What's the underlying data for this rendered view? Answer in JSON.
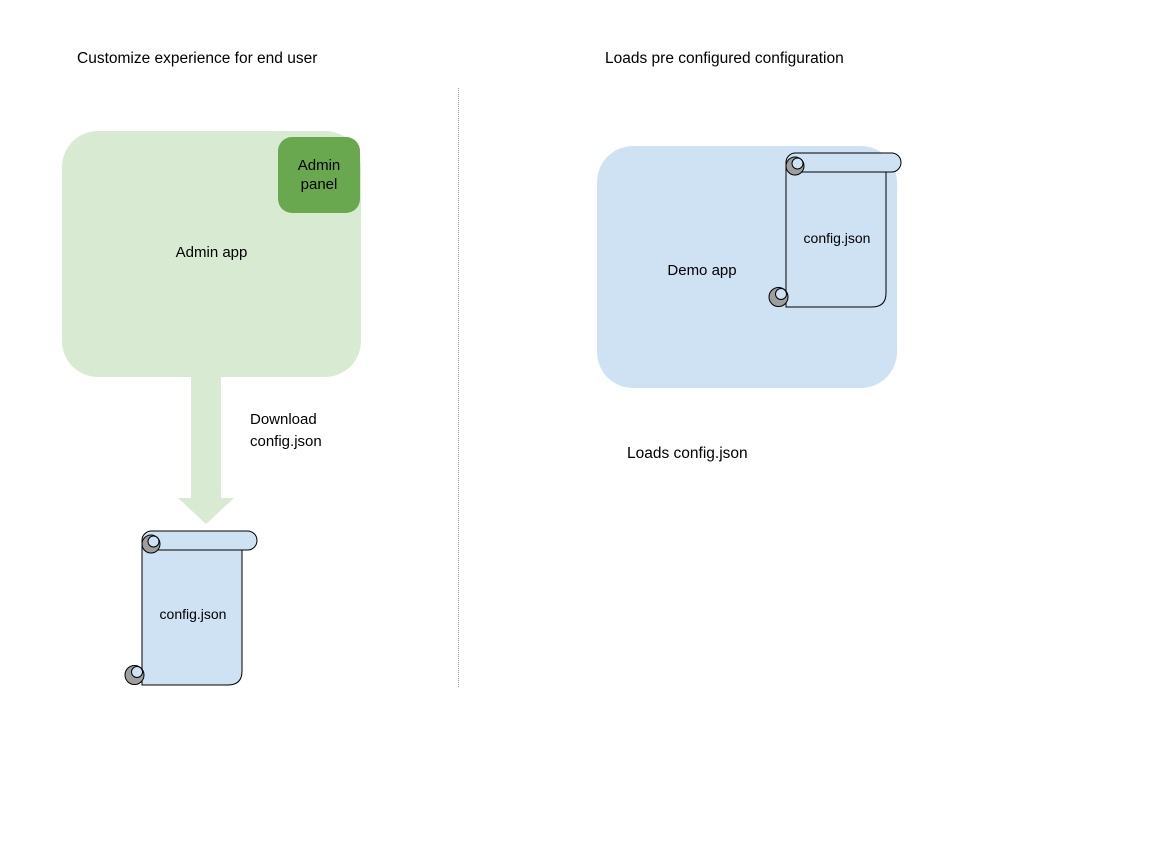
{
  "colors": {
    "app_green_light": "#d9ead3",
    "panel_green": "#6aa84f",
    "app_blue_light": "#cfe2f3",
    "scroll_fill_blue": "#cfe2f3",
    "scroll_curl_gray": "#9e9e9e",
    "outline_black": "#000000",
    "divider_gray": "#999999",
    "background": "#ffffff",
    "text": "#000000"
  },
  "left_section": {
    "title": "Customize experience for end user",
    "admin_app": {
      "label": "Admin app"
    },
    "admin_panel": {
      "label": "Admin panel"
    },
    "download_arrow": {
      "label_line1": "Download",
      "label_line2": "config.json"
    },
    "config_scroll": {
      "label": "config.json"
    }
  },
  "right_section": {
    "title": "Loads pre configured configuration",
    "demo_app": {
      "label": "Demo app"
    },
    "config_scroll": {
      "label": "config.json"
    },
    "caption": "Loads config.json"
  }
}
